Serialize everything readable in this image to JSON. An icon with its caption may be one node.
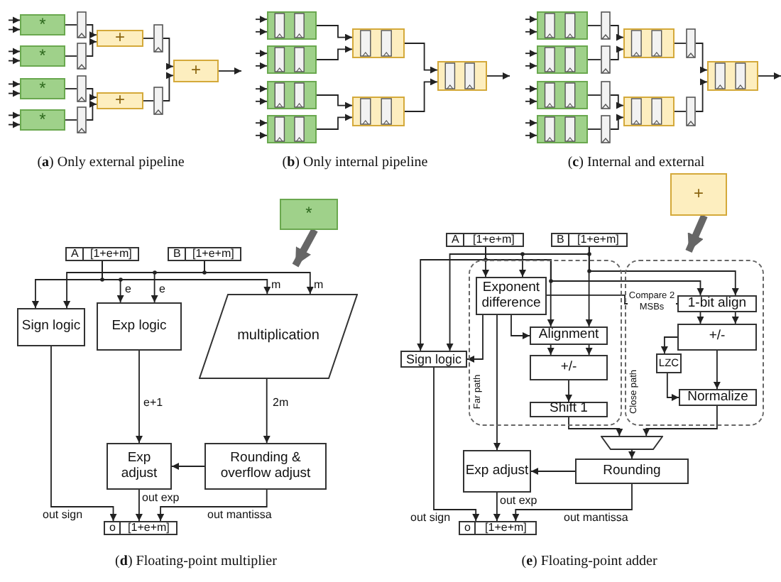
{
  "diagram": {
    "nodes": [
      {
        "text": [
          "*"
        ]
      },
      {
        "text": [
          "*"
        ]
      },
      {
        "text": [
          "*"
        ]
      },
      {
        "text": [
          "*"
        ]
      },
      {
        "text": [],
        "shape": "bar"
      },
      {
        "text": [],
        "shape": "bar"
      },
      {
        "text": [],
        "shape": "bar"
      },
      {
        "text": [],
        "shape": "bar"
      },
      {
        "text": [
          "+"
        ]
      },
      {
        "text": [
          "+"
        ]
      },
      {
        "text": [],
        "shape": "bar"
      },
      {
        "text": [],
        "shape": "bar"
      },
      {
        "text": [
          "+"
        ]
      },
      {
        "text": [],
        "shape": "box"
      },
      {
        "text": [],
        "shape": "box"
      },
      {
        "text": [],
        "shape": "box"
      },
      {
        "text": [],
        "shape": "box"
      },
      {
        "text": [],
        "shape": "box"
      },
      {
        "text": [],
        "shape": "box"
      },
      {
        "text": [],
        "shape": "box"
      },
      {
        "text": [],
        "shape": "box"
      },
      {
        "text": [],
        "shape": "box"
      },
      {
        "text": [],
        "shape": "box"
      },
      {
        "text": [],
        "shape": "box"
      },
      {
        "text": [],
        "shape": "bar"
      },
      {
        "text": [],
        "shape": "bar"
      },
      {
        "text": [],
        "shape": "bar"
      },
      {
        "text": [],
        "shape": "bar"
      },
      {
        "text": [],
        "shape": "box"
      },
      {
        "text": [],
        "shape": "box"
      },
      {
        "text": [],
        "shape": "bar"
      },
      {
        "text": [],
        "shape": "bar"
      },
      {
        "text": [],
        "shape": "box"
      },
      {
        "text": [
          "*"
        ]
      },
      {
        "text": [
          "A",
          "[1+e+m]"
        ]
      },
      {
        "text": [
          "B",
          "[1+e+m]"
        ]
      },
      {
        "text": [
          "Sign logic"
        ]
      },
      {
        "text": [
          "Exp logic"
        ]
      },
      {
        "text": [
          "multiplication"
        ]
      },
      {
        "text": [
          "Exp adjust"
        ]
      },
      {
        "text": [
          "Rounding & overflow adjust"
        ]
      },
      {
        "text": [
          "o",
          "[1+e+m]"
        ]
      },
      {
        "text": [
          "+"
        ]
      },
      {
        "text": [
          "A",
          "[1+e+m]"
        ]
      },
      {
        "text": [
          "B",
          "[1+e+m]"
        ]
      },
      {
        "text": [
          "Far path"
        ]
      },
      {
        "text": [
          "Exponent difference"
        ],
        "in": 45
      },
      {
        "text": [
          "Alignment"
        ],
        "in": 45
      },
      {
        "text": [
          "+/-"
        ],
        "in": 45
      },
      {
        "text": [
          "Shift 1"
        ],
        "in": 45
      },
      {
        "text": [
          "Close path"
        ]
      },
      {
        "text": [
          "1-bit align"
        ],
        "in": 50
      },
      {
        "text": [
          "+/-"
        ],
        "in": 50
      },
      {
        "text": [
          "LZC"
        ],
        "in": 50
      },
      {
        "text": [
          "Normalize"
        ],
        "in": 50
      },
      {
        "text": [
          "Sign logic"
        ]
      },
      {
        "text": [],
        "shape": "trapezoid"
      },
      {
        "text": [
          "Rounding"
        ]
      },
      {
        "text": [
          "Exp adjust"
        ]
      },
      {
        "text": [
          "o",
          "[1+e+m]"
        ]
      }
    ],
    "edges": [
      {
        "from": null,
        "to": 0,
        "arrow": "to"
      },
      {
        "from": null,
        "to": 0,
        "arrow": "to"
      },
      {
        "from": null,
        "to": 1,
        "arrow": "to"
      },
      {
        "from": null,
        "to": 1,
        "arrow": "to"
      },
      {
        "from": null,
        "to": 2,
        "arrow": "to"
      },
      {
        "from": null,
        "to": 2,
        "arrow": "to"
      },
      {
        "from": null,
        "to": 3,
        "arrow": "to"
      },
      {
        "from": null,
        "to": 3,
        "arrow": "to"
      },
      {
        "from": 0,
        "to": 4,
        "arrow": "none"
      },
      {
        "from": 1,
        "to": 5,
        "arrow": "none"
      },
      {
        "from": 2,
        "to": 6,
        "arrow": "none"
      },
      {
        "from": 3,
        "to": 7,
        "arrow": "none"
      },
      {
        "from": 4,
        "to": 8,
        "arrow": "to"
      },
      {
        "from": 5,
        "to": 8,
        "arrow": "to"
      },
      {
        "from": 6,
        "to": 9,
        "arrow": "to"
      },
      {
        "from": 7,
        "to": 9,
        "arrow": "to"
      },
      {
        "from": 8,
        "to": 10,
        "arrow": "none"
      },
      {
        "from": 9,
        "to": 11,
        "arrow": "none"
      },
      {
        "from": 10,
        "to": 12,
        "arrow": "to"
      },
      {
        "from": 11,
        "to": 12,
        "arrow": "to"
      },
      {
        "from": 12,
        "to": null,
        "arrow": "to"
      },
      {
        "from": null,
        "to": 13,
        "arrow": "to"
      },
      {
        "from": null,
        "to": 13,
        "arrow": "to"
      },
      {
        "from": null,
        "to": 14,
        "arrow": "to"
      },
      {
        "from": null,
        "to": 14,
        "arrow": "to"
      },
      {
        "from": null,
        "to": 15,
        "arrow": "to"
      },
      {
        "from": null,
        "to": 15,
        "arrow": "to"
      },
      {
        "from": null,
        "to": 16,
        "arrow": "to"
      },
      {
        "from": null,
        "to": 16,
        "arrow": "to"
      },
      {
        "from": 13,
        "to": 17,
        "arrow": "to"
      },
      {
        "from": 14,
        "to": 17,
        "arrow": "to"
      },
      {
        "from": 15,
        "to": 18,
        "arrow": "to"
      },
      {
        "from": 16,
        "to": 18,
        "arrow": "to"
      },
      {
        "from": 17,
        "to": 19,
        "arrow": "to"
      },
      {
        "from": 18,
        "to": 19,
        "arrow": "to"
      },
      {
        "from": 19,
        "to": null,
        "arrow": "to"
      },
      {
        "from": null,
        "to": 20,
        "arrow": "to"
      },
      {
        "from": null,
        "to": 20,
        "arrow": "to"
      },
      {
        "from": null,
        "to": 21,
        "arrow": "to"
      },
      {
        "from": null,
        "to": 21,
        "arrow": "to"
      },
      {
        "from": null,
        "to": 22,
        "arrow": "to"
      },
      {
        "from": null,
        "to": 22,
        "arrow": "to"
      },
      {
        "from": null,
        "to": 23,
        "arrow": "to"
      },
      {
        "from": null,
        "to": 23,
        "arrow": "to"
      },
      {
        "from": 20,
        "to": 24,
        "arrow": "none"
      },
      {
        "from": 21,
        "to": 25,
        "arrow": "none"
      },
      {
        "from": 22,
        "to": 26,
        "arrow": "none"
      },
      {
        "from": 23,
        "to": 27,
        "arrow": "none"
      },
      {
        "from": 24,
        "to": 28,
        "arrow": "to"
      },
      {
        "from": 25,
        "to": 28,
        "arrow": "to"
      },
      {
        "from": 26,
        "to": 29,
        "arrow": "to"
      },
      {
        "from": 27,
        "to": 29,
        "arrow": "to"
      },
      {
        "from": 28,
        "to": 30,
        "arrow": "none"
      },
      {
        "from": 29,
        "to": 31,
        "arrow": "none"
      },
      {
        "from": 30,
        "to": 32,
        "arrow": "to"
      },
      {
        "from": 31,
        "to": 32,
        "arrow": "to"
      },
      {
        "from": 32,
        "to": null,
        "arrow": "to"
      },
      {
        "from": 33,
        "to": null,
        "arrow": "to",
        "style": "thick",
        "color": "#666666"
      },
      {
        "from": 34,
        "to": 36,
        "arrow": "to"
      },
      {
        "from": 35,
        "to": 36,
        "arrow": "to"
      },
      {
        "from": 34,
        "to": 37,
        "arrow": "to",
        "label": "e"
      },
      {
        "from": 35,
        "to": 37,
        "arrow": "to",
        "label": "e"
      },
      {
        "from": 34,
        "to": 38,
        "arrow": "to",
        "label": "m"
      },
      {
        "from": 35,
        "to": 38,
        "arrow": "to",
        "label": "m"
      },
      {
        "from": 37,
        "to": 39,
        "arrow": "to",
        "label": "e+1"
      },
      {
        "from": 38,
        "to": 40,
        "arrow": "to",
        "label": "2m"
      },
      {
        "from": 40,
        "to": 39,
        "arrow": "to"
      },
      {
        "from": 36,
        "to": 41,
        "arrow": "to",
        "label": "out sign"
      },
      {
        "from": 39,
        "to": 41,
        "arrow": "to",
        "label": "out exp"
      },
      {
        "from": 40,
        "to": 41,
        "arrow": "to",
        "label": "out mantissa"
      },
      {
        "from": 42,
        "to": null,
        "arrow": "to",
        "style": "thick",
        "color": "#666666"
      },
      {
        "from": 43,
        "to": 46,
        "arrow": "to"
      },
      {
        "from": 44,
        "to": 46,
        "arrow": "to"
      },
      {
        "from": 43,
        "to": 55,
        "arrow": "to"
      },
      {
        "from": 44,
        "to": 55,
        "arrow": "to"
      },
      {
        "from": 43,
        "to": 47,
        "arrow": "to"
      },
      {
        "from": 44,
        "to": 47,
        "arrow": "to"
      },
      {
        "from": 43,
        "to": 51,
        "arrow": "to"
      },
      {
        "from": 44,
        "to": 51,
        "arrow": "to"
      },
      {
        "from": 46,
        "to": 55,
        "arrow": "to"
      },
      {
        "from": 46,
        "to": 47,
        "arrow": "to"
      },
      {
        "from": 46,
        "to": 51,
        "arrow": "to",
        "label": "Compare 2 MSBs"
      },
      {
        "from": 46,
        "to": 58,
        "arrow": "to"
      },
      {
        "from": 47,
        "to": 48,
        "arrow": "to"
      },
      {
        "from": 47,
        "to": 48,
        "arrow": "to"
      },
      {
        "from": 48,
        "to": 49,
        "arrow": "to"
      },
      {
        "from": 51,
        "to": 52,
        "arrow": "to"
      },
      {
        "from": 51,
        "to": 52,
        "arrow": "to"
      },
      {
        "from": 52,
        "to": 53,
        "arrow": "to"
      },
      {
        "from": 52,
        "to": 54,
        "arrow": "to"
      },
      {
        "from": 53,
        "to": 54,
        "arrow": "to"
      },
      {
        "from": 49,
        "to": 56,
        "arrow": "to"
      },
      {
        "from": 54,
        "to": 56,
        "arrow": "to"
      },
      {
        "from": 56,
        "to": 57,
        "arrow": "to"
      },
      {
        "from": 57,
        "to": 58,
        "arrow": "to"
      },
      {
        "from": 55,
        "to": 59,
        "arrow": "to",
        "label": "out sign"
      },
      {
        "from": 58,
        "to": 59,
        "arrow": "to",
        "label": "out exp"
      },
      {
        "from": 57,
        "to": 59,
        "arrow": "to",
        "label": "out mantissa"
      }
    ],
    "labels": [
      "(**a**) Only external pipeline",
      "(**b**) Only internal pipeline",
      "(**c**) Internal and external",
      "(**d**) Floating-point multiplier",
      "(**e**) Floating-point adder"
    ]
  }
}
